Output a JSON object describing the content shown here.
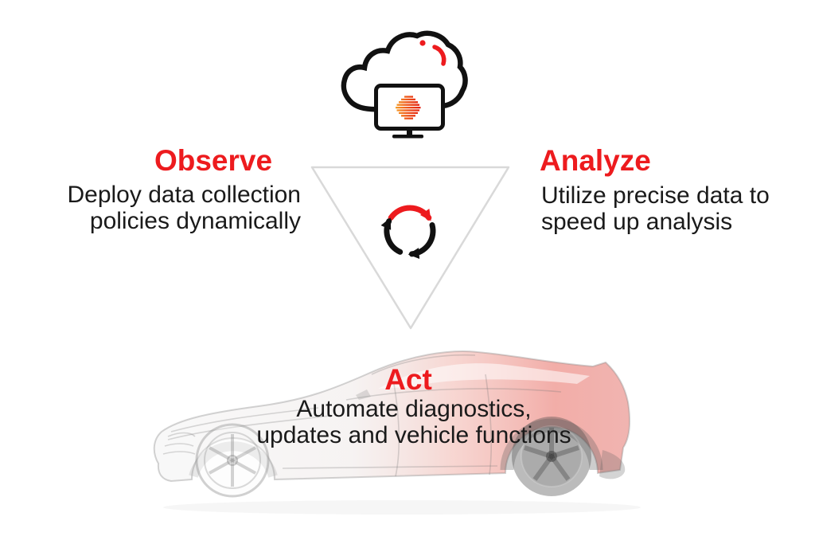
{
  "page": {
    "background": "#FFFFFF",
    "kind": "observe-analyze-act connected-vehicle infographic"
  },
  "theme": {
    "accent_red": "#ED1B1E",
    "text_color": "#1A1A1A",
    "triangle_outline": "#D9D9D9",
    "icon_black": "#111111",
    "logo_orange": "#F5A12B",
    "logo_red": "#E31E0C",
    "car_fade_red": "#E04B3C",
    "car_fade_gray": "#9A9A9A"
  },
  "diagram": {
    "observe": {
      "title": "Observe",
      "lines": [
        "Deploy data collection",
        "policies dynamically"
      ]
    },
    "analyze": {
      "title": "Analyze",
      "lines": [
        "Utilize precise data to",
        "speed up analysis"
      ]
    },
    "act": {
      "title": "Act",
      "lines": [
        "Automate diagnostics,",
        "updates and vehicle functions"
      ]
    },
    "icons": {
      "cloud": "cloud-with-monitor-icon",
      "monitor_logo": "striped-arrow-logo",
      "signal": "red-signal-arc",
      "funnel": "inverted-triangle-outline",
      "cycle": "circular-arrows-loop-icon",
      "vehicle": "faded-suv-coupe-illustration"
    }
  }
}
